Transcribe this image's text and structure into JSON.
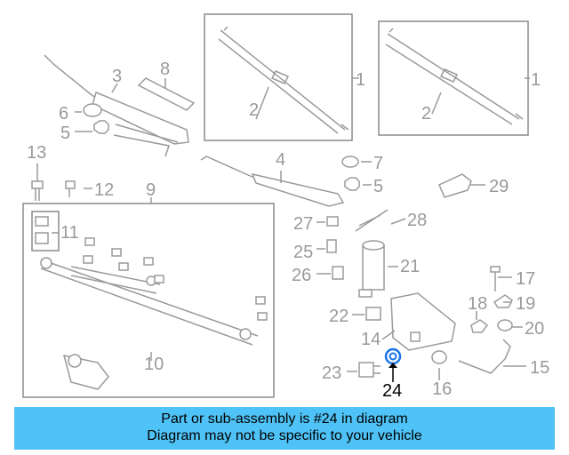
{
  "callouts": [
    {
      "id": "c1a",
      "text": "1"
    },
    {
      "id": "c1b",
      "text": "1"
    },
    {
      "id": "c2a",
      "text": "2"
    },
    {
      "id": "c2b",
      "text": "2"
    },
    {
      "id": "c3",
      "text": "3"
    },
    {
      "id": "c4",
      "text": "4"
    },
    {
      "id": "c5a",
      "text": "5"
    },
    {
      "id": "c5b",
      "text": "5"
    },
    {
      "id": "c6",
      "text": "6"
    },
    {
      "id": "c7",
      "text": "7"
    },
    {
      "id": "c8",
      "text": "8"
    },
    {
      "id": "c9",
      "text": "9"
    },
    {
      "id": "c10",
      "text": "10"
    },
    {
      "id": "c11",
      "text": "11"
    },
    {
      "id": "c12",
      "text": "12"
    },
    {
      "id": "c13",
      "text": "13"
    },
    {
      "id": "c14",
      "text": "14"
    },
    {
      "id": "c15",
      "text": "15"
    },
    {
      "id": "c16",
      "text": "16"
    },
    {
      "id": "c17",
      "text": "17"
    },
    {
      "id": "c18",
      "text": "18"
    },
    {
      "id": "c19",
      "text": "19"
    },
    {
      "id": "c20",
      "text": "20"
    },
    {
      "id": "c21",
      "text": "21"
    },
    {
      "id": "c22",
      "text": "22"
    },
    {
      "id": "c23",
      "text": "23"
    },
    {
      "id": "c24",
      "text": "24"
    },
    {
      "id": "c25",
      "text": "25"
    },
    {
      "id": "c26",
      "text": "26"
    },
    {
      "id": "c27",
      "text": "27"
    },
    {
      "id": "c28",
      "text": "28"
    },
    {
      "id": "c29",
      "text": "29"
    }
  ],
  "highlighted_part": "24",
  "banner": {
    "line1": "Part or sub-assembly is #24 in diagram",
    "line2": "Diagram may not be specific to your vehicle"
  },
  "colors": {
    "banner_bg": "#4fc3f7",
    "highlight": "#1a73e8",
    "line_art": "#9a9a9a"
  }
}
